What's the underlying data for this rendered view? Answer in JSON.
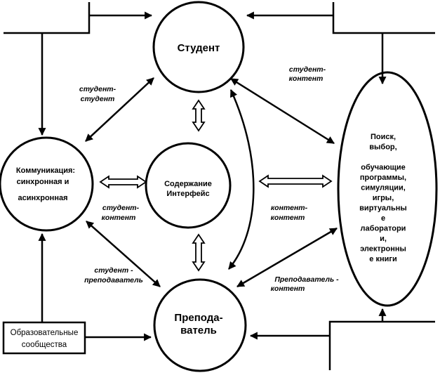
{
  "nodes": {
    "student": "Студент",
    "teacher_line1": "Препода-",
    "teacher_line2": "ватель",
    "content_line1": "Содержание",
    "content_line2": "Интерфейс",
    "communication_line1": "Коммуникация:",
    "communication_line2": "синхронная и",
    "communication_line3": "асинхронная",
    "resources": [
      "Поиск,",
      "выбор,",
      "",
      "обучающие",
      "программы,",
      "симуляции,",
      "игры,",
      "виртуальны",
      "е",
      "лаборатори",
      "и,",
      "электронны",
      "е книги"
    ],
    "communities_line1": "Образовательные",
    "communities_line2": "сообщества"
  },
  "labels": {
    "student_content_top_1": "студент-",
    "student_content_top_2": "контент",
    "student_student_1": "студент-",
    "student_student_2": "студент",
    "student_content_mid_1": "студент-",
    "student_content_mid_2": "контент",
    "content_content_1": "контент-",
    "content_content_2": "контент",
    "student_teacher_1": "студент -",
    "student_teacher_2": "преподаватель",
    "teacher_content_1": "Преподаватель -",
    "teacher_content_2": "контент"
  }
}
